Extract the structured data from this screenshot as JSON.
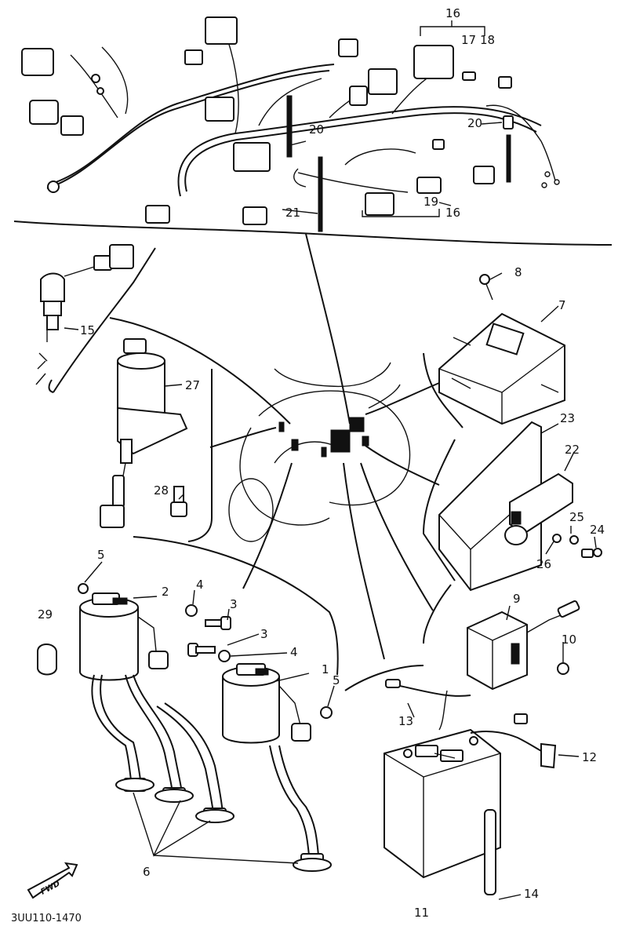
{
  "callouts": [
    "1",
    "2",
    "3",
    "3",
    "4",
    "4",
    "5",
    "5",
    "6",
    "7",
    "8",
    "9",
    "10",
    "11",
    "12",
    "13",
    "14",
    "15",
    "16",
    "16",
    "17",
    "18",
    "19",
    "20",
    "20",
    "21",
    "22",
    "23",
    "24",
    "25",
    "26",
    "27",
    "28",
    "29"
  ],
  "fwd_label": "FWD",
  "drawing_code": "3UU110-1470",
  "colors": {
    "ink": "#111111",
    "paper": "#ffffff"
  }
}
